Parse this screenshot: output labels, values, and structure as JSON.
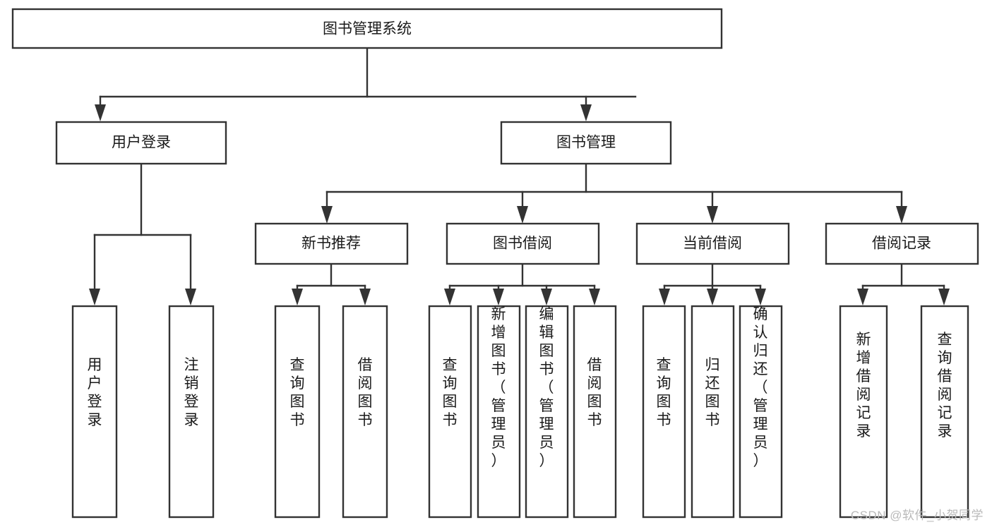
{
  "diagram": {
    "title": "图书管理系统",
    "type": "hierarchy-tree",
    "watermark": "CSDN @软件_小贺同学",
    "colors": {
      "background": "#ffffff",
      "box_stroke": "#333333",
      "box_fill": "#ffffff",
      "text": "#1a1a1a",
      "watermark": "#b9b9b9"
    },
    "root": {
      "label": "图书管理系统",
      "orientation": "horizontal"
    },
    "level2": [
      {
        "label": "用户登录",
        "orientation": "horizontal"
      },
      {
        "label": "图书管理",
        "orientation": "horizontal"
      }
    ],
    "level3": [
      {
        "label": "新书推荐",
        "orientation": "horizontal"
      },
      {
        "label": "图书借阅",
        "orientation": "horizontal"
      },
      {
        "label": "当前借阅",
        "orientation": "horizontal"
      },
      {
        "label": "借阅记录",
        "orientation": "horizontal"
      }
    ],
    "leaves": {
      "user_login": [
        {
          "label": "用户登录",
          "orientation": "vertical"
        },
        {
          "label": "注销登录",
          "orientation": "vertical"
        }
      ],
      "new_book_recommend": [
        {
          "label": "查询图书",
          "orientation": "vertical"
        },
        {
          "label": "借阅图书",
          "orientation": "vertical"
        }
      ],
      "book_borrow": [
        {
          "label": "查询图书",
          "orientation": "vertical"
        },
        {
          "label": "新增图书（管理员）",
          "orientation": "vertical"
        },
        {
          "label": "编辑图书（管理员）",
          "orientation": "vertical"
        },
        {
          "label": "借阅图书",
          "orientation": "vertical"
        }
      ],
      "current_borrow": [
        {
          "label": "查询图书",
          "orientation": "vertical"
        },
        {
          "label": "归还图书",
          "orientation": "vertical"
        },
        {
          "label": "确认归还（管理员）",
          "orientation": "vertical"
        }
      ],
      "borrow_record": [
        {
          "label": "新增借阅记录",
          "orientation": "vertical"
        },
        {
          "label": "查询借阅记录",
          "orientation": "vertical"
        }
      ]
    }
  }
}
